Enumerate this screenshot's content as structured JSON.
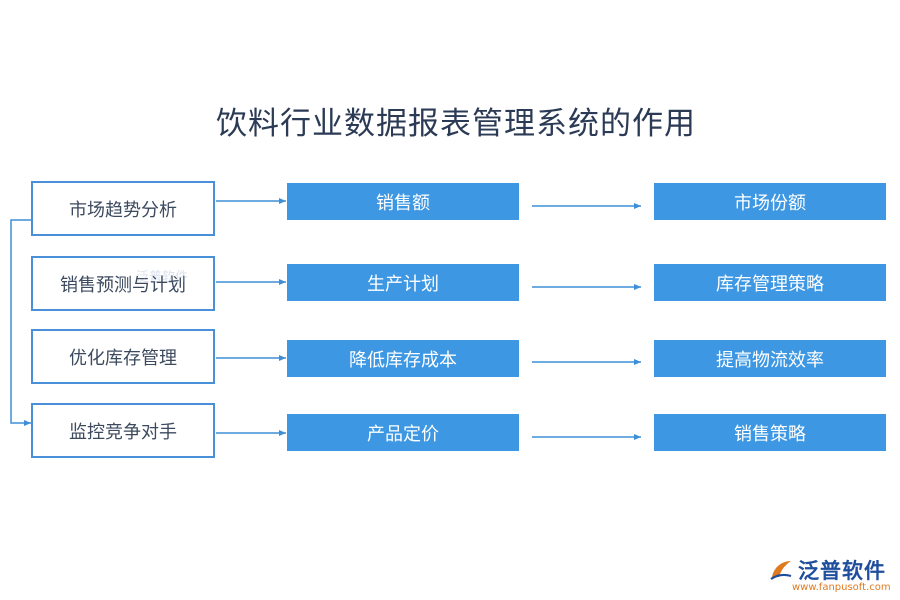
{
  "title": "饮料行业数据报表管理系统的作用",
  "rows": [
    {
      "left": "市场趋势分析",
      "middle": "销售额",
      "right": "市场份额"
    },
    {
      "left": "销售预测与计划",
      "middle": "生产计划",
      "right": "库存管理策略"
    },
    {
      "left": "优化库存管理",
      "middle": "降低库存成本",
      "right": "提高物流效率"
    },
    {
      "left": "监控竞争对手",
      "middle": "产品定价",
      "right": "销售策略"
    }
  ],
  "watermark": "泛普软件",
  "logo": {
    "name": "泛普软件",
    "url": "www.fanpusoft.com"
  },
  "colors": {
    "box_fill": "#3e97e2",
    "border": "#4a90d9",
    "title": "#2b3a55",
    "logo": "#1f4e9c"
  }
}
